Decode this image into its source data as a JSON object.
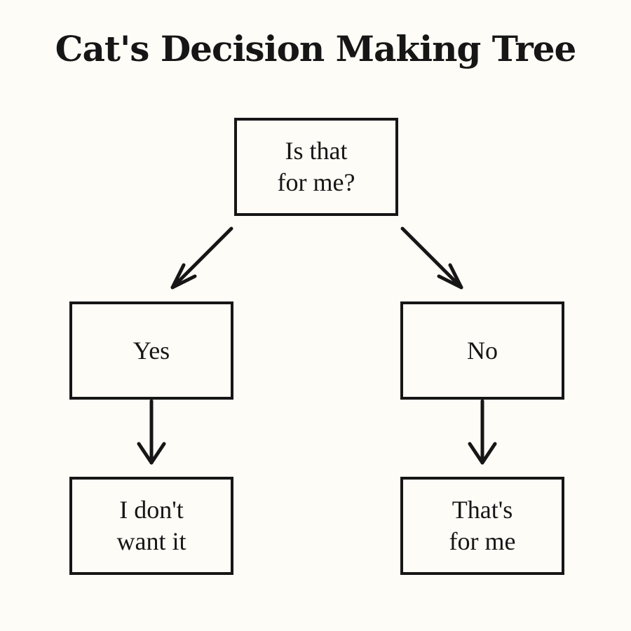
{
  "title": "Cat's Decision Making Tree",
  "nodes": {
    "root": {
      "line1": "Is that",
      "line2": "for me?"
    },
    "yes": {
      "line1": "Yes"
    },
    "no": {
      "line1": "No"
    },
    "yes_outcome": {
      "line1": "I don't",
      "line2": "want it"
    },
    "no_outcome": {
      "line1": "That's",
      "line2": "for me"
    }
  },
  "colors": {
    "background": "#fdfcf7",
    "ink": "#161616"
  },
  "edges": [
    {
      "from": "root",
      "to": "yes",
      "icon": "arrow-down-left-icon"
    },
    {
      "from": "root",
      "to": "no",
      "icon": "arrow-down-right-icon"
    },
    {
      "from": "yes",
      "to": "yes_outcome",
      "icon": "arrow-down-icon"
    },
    {
      "from": "no",
      "to": "no_outcome",
      "icon": "arrow-down-icon"
    }
  ]
}
